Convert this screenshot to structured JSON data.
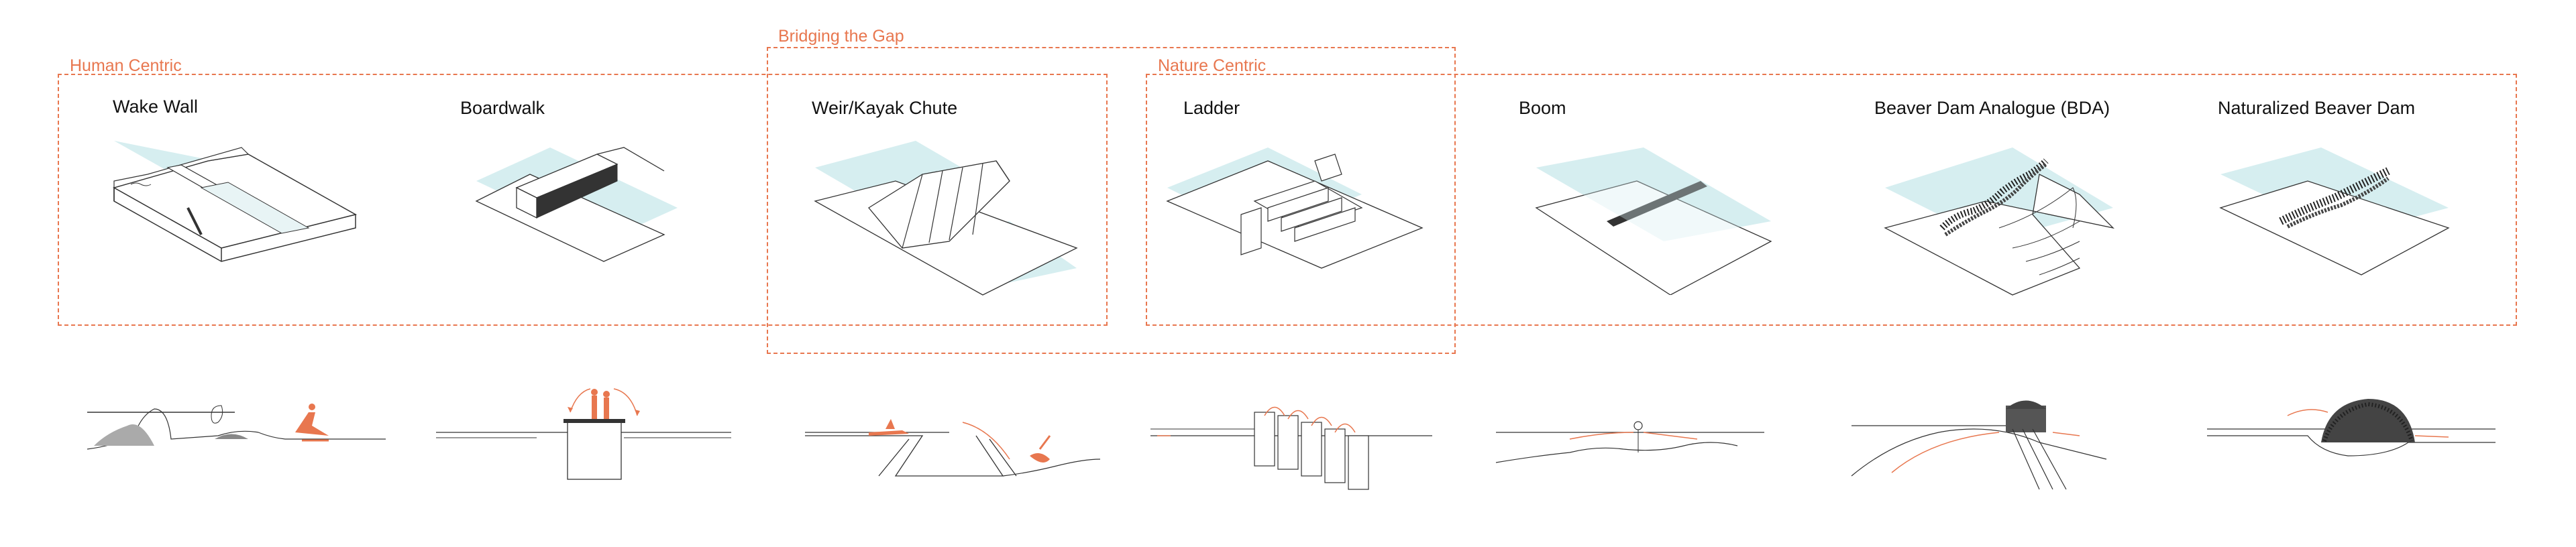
{
  "groups": {
    "human_centric": "Human Centric",
    "bridging_the_gap": "Bridging the Gap",
    "nature_centric": "Nature Centric"
  },
  "panels": [
    {
      "title": "Wake Wall"
    },
    {
      "title": "Boardwalk"
    },
    {
      "title": "Weir/Kayak Chute"
    },
    {
      "title": "Ladder"
    },
    {
      "title": "Boom"
    },
    {
      "title": "Beaver Dam Analogue (BDA)"
    },
    {
      "title": "Naturalized Beaver Dam"
    }
  ],
  "colors": {
    "accent": "#e8774f",
    "water": "#d6eef0",
    "line": "#333333"
  }
}
